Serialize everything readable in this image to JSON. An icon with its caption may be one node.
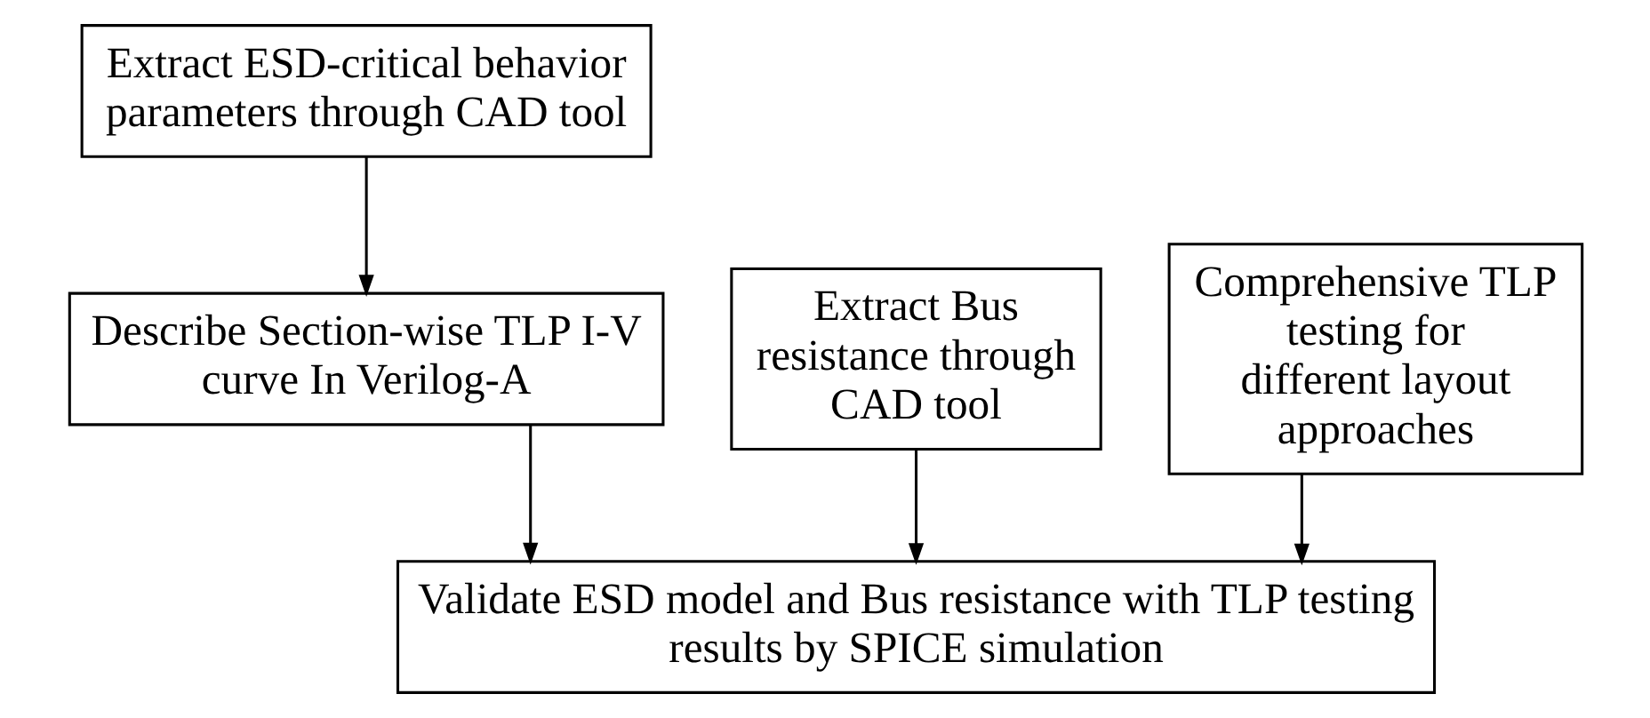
{
  "diagram": {
    "nodes": [
      {
        "text": [
          "Extract ESD-critical behavior parameters through CAD tool"
        ]
      },
      {
        "text": [
          "Describe Section-wise TLP I-V curve In Verilog-A"
        ]
      },
      {
        "text": [
          "Extract Bus resistance through CAD tool"
        ]
      },
      {
        "text": [
          "Comprehensive TLP testing for different layout approaches"
        ]
      },
      {
        "text": [
          "Validate ESD model and Bus resistance with TLP testing results by SPICE simulation"
        ]
      }
    ],
    "edges": [
      {
        "from": 0,
        "to": 1,
        "arrow": "to"
      },
      {
        "from": 1,
        "to": 4,
        "arrow": "to"
      },
      {
        "from": 2,
        "to": 4,
        "arrow": "to"
      },
      {
        "from": 3,
        "to": 4,
        "arrow": "to"
      }
    ]
  }
}
